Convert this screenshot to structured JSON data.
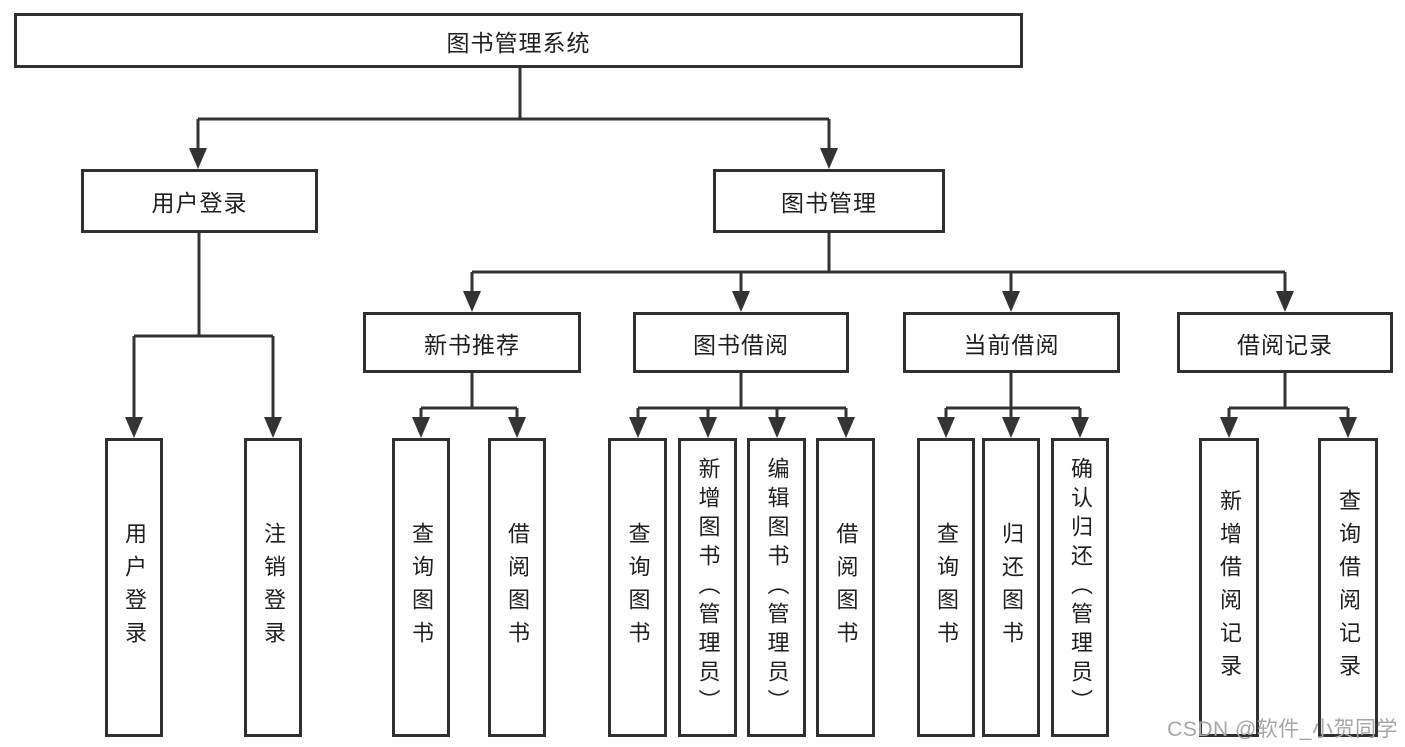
{
  "diagram": {
    "title": "图书管理系统",
    "nodes": [
      {
        "id": "root",
        "label": "图书管理系统",
        "orientation": "horizontal"
      },
      {
        "id": "user_login",
        "label": "用户登录",
        "orientation": "horizontal"
      },
      {
        "id": "book_mgmt",
        "label": "图书管理",
        "orientation": "horizontal"
      },
      {
        "id": "new_book_rec",
        "label": "新书推荐",
        "orientation": "horizontal"
      },
      {
        "id": "book_borrow",
        "label": "图书借阅",
        "orientation": "horizontal"
      },
      {
        "id": "current_borrow",
        "label": "当前借阅",
        "orientation": "horizontal"
      },
      {
        "id": "borrow_record",
        "label": "借阅记录",
        "orientation": "horizontal"
      },
      {
        "id": "ul_login",
        "label": "用户登录",
        "orientation": "vertical"
      },
      {
        "id": "ul_logout",
        "label": "注销登录",
        "orientation": "vertical"
      },
      {
        "id": "nbr_query",
        "label": "查询图书",
        "orientation": "vertical"
      },
      {
        "id": "nbr_borrow",
        "label": "借阅图书",
        "orientation": "vertical"
      },
      {
        "id": "bb_query",
        "label": "查询图书",
        "orientation": "vertical"
      },
      {
        "id": "bb_add",
        "label": "新增图书（管理员）",
        "orientation": "vertical"
      },
      {
        "id": "bb_edit",
        "label": "编辑图书（管理员）",
        "orientation": "vertical"
      },
      {
        "id": "bb_borrow",
        "label": "借阅图书",
        "orientation": "vertical"
      },
      {
        "id": "cb_query",
        "label": "查询图书",
        "orientation": "vertical"
      },
      {
        "id": "cb_return",
        "label": "归还图书",
        "orientation": "vertical"
      },
      {
        "id": "cb_confirm",
        "label": "确认归还（管理员）",
        "orientation": "vertical"
      },
      {
        "id": "br_add",
        "label": "新增借阅记录",
        "orientation": "vertical"
      },
      {
        "id": "br_query",
        "label": "查询借阅记录",
        "orientation": "vertical"
      }
    ],
    "hierarchy": {
      "图书管理系统": [
        "用户登录",
        "图书管理"
      ],
      "用户登录": [
        "用户登录",
        "注销登录"
      ],
      "图书管理": [
        "新书推荐",
        "图书借阅",
        "当前借阅",
        "借阅记录"
      ],
      "新书推荐": [
        "查询图书",
        "借阅图书"
      ],
      "图书借阅": [
        "查询图书",
        "新增图书（管理员）",
        "编辑图书（管理员）",
        "借阅图书"
      ],
      "当前借阅": [
        "查询图书",
        "归还图书",
        "确认归还（管理员）"
      ],
      "借阅记录": [
        "新增借阅记录",
        "查询借阅记录"
      ]
    }
  },
  "watermark": {
    "text": "CSDN @软件_小贺同学"
  },
  "colors": {
    "line": "#333333",
    "border": "#303030",
    "background": "#ffffff",
    "text": "#1f1f1f",
    "watermark": "#a6a6a6"
  }
}
